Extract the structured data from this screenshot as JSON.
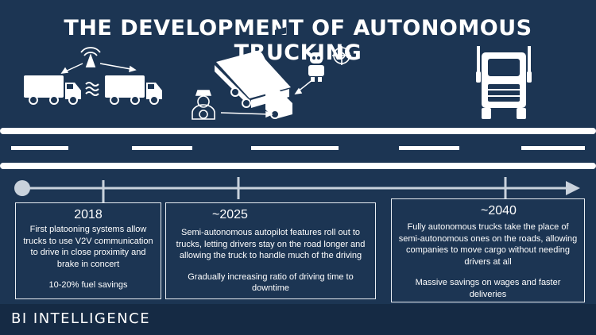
{
  "title": "THE DEVELOPMENT OF AUTONOMOUS TRUCKING",
  "milestones": [
    {
      "year": "2018",
      "description": "First platooning systems allow trucks to use V2V communication to drive in close proximity and brake in concert",
      "note": "10-20% fuel savings"
    },
    {
      "year": "~2025",
      "description": "Semi-autonomous autopilot features roll out to trucks, letting drivers stay on the road longer and allowing the truck to handle much of the driving",
      "note": "Gradually increasing ratio of driving time to downtime"
    },
    {
      "year": "~2040",
      "description": "Fully autonomous trucks take the place of semi-autonomous ones on the roads, allowing companies to move cargo without needing drivers at all",
      "note": "Massive savings on wages and faster deliveries"
    }
  ],
  "footer": {
    "brand": "BI INTELLIGENCE"
  },
  "colors": {
    "background": "#1c3553",
    "foreground": "#ffffff",
    "timeline": "#c9d2dc"
  },
  "icons": [
    "truck-icon",
    "signal-tower-icon",
    "wave-link-icon",
    "driver-icon",
    "robot-icon",
    "steering-target-icon",
    "truck-front-icon"
  ]
}
